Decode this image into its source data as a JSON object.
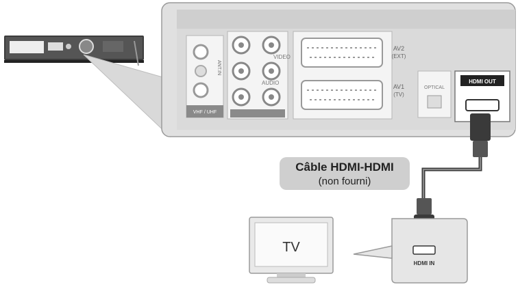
{
  "rear_panel": {
    "antenna": {
      "vhf_uhf": "VHF / UHF",
      "ant_in": "ANT.IN"
    },
    "video_label": "VIDEO",
    "audio_label": "AUDIO",
    "av2_label": "AV2",
    "av2_ext": "(EXT)",
    "av1_label": "AV1",
    "av1_tv": "(TV)",
    "optical_label": "OPTICAL",
    "hdmi_out_label": "HDMI OUT"
  },
  "cable_label": {
    "line1": "Câble HDMI-HDMI",
    "line2": "(non fourni)"
  },
  "tv": {
    "label": "TV",
    "hdmi_in_label": "HDMI IN"
  },
  "colors": {
    "panel": "#d6d6d6",
    "cable": "#3a3a3a",
    "label_bg": "#cfcfcf"
  }
}
